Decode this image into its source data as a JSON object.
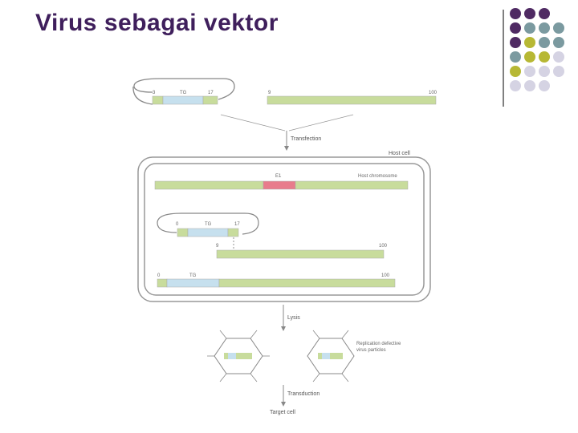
{
  "slide": {
    "title": "Virus sebagai vektor"
  },
  "decor": {
    "dot_colors": [
      "#4f2a63",
      "#7b9aa0",
      "#b7b834",
      "#d5d3e3"
    ],
    "accent_line_color": "#555555"
  },
  "diagram": {
    "plasmid_top": {
      "start": "3",
      "tg": "TG",
      "end": "17"
    },
    "viral_top": {
      "start": "9",
      "end": "100"
    },
    "step_transfection": "Transfection",
    "host_cell": "Host cell",
    "e1": "E1",
    "host_chromosome": "Host chromosome",
    "plasmid_inner": {
      "start": "0",
      "tg": "TG",
      "end": "17"
    },
    "viral_inner": {
      "start": "9",
      "end": "100"
    },
    "recombinant": {
      "start": "0",
      "tg": "TG",
      "end": "100"
    },
    "step_lysis": "Lysis",
    "virus_particles_line1": "Replication defective",
    "virus_particles_line2": "virus particles",
    "step_transduction": "Transduction",
    "target_cell": "Target cell"
  }
}
